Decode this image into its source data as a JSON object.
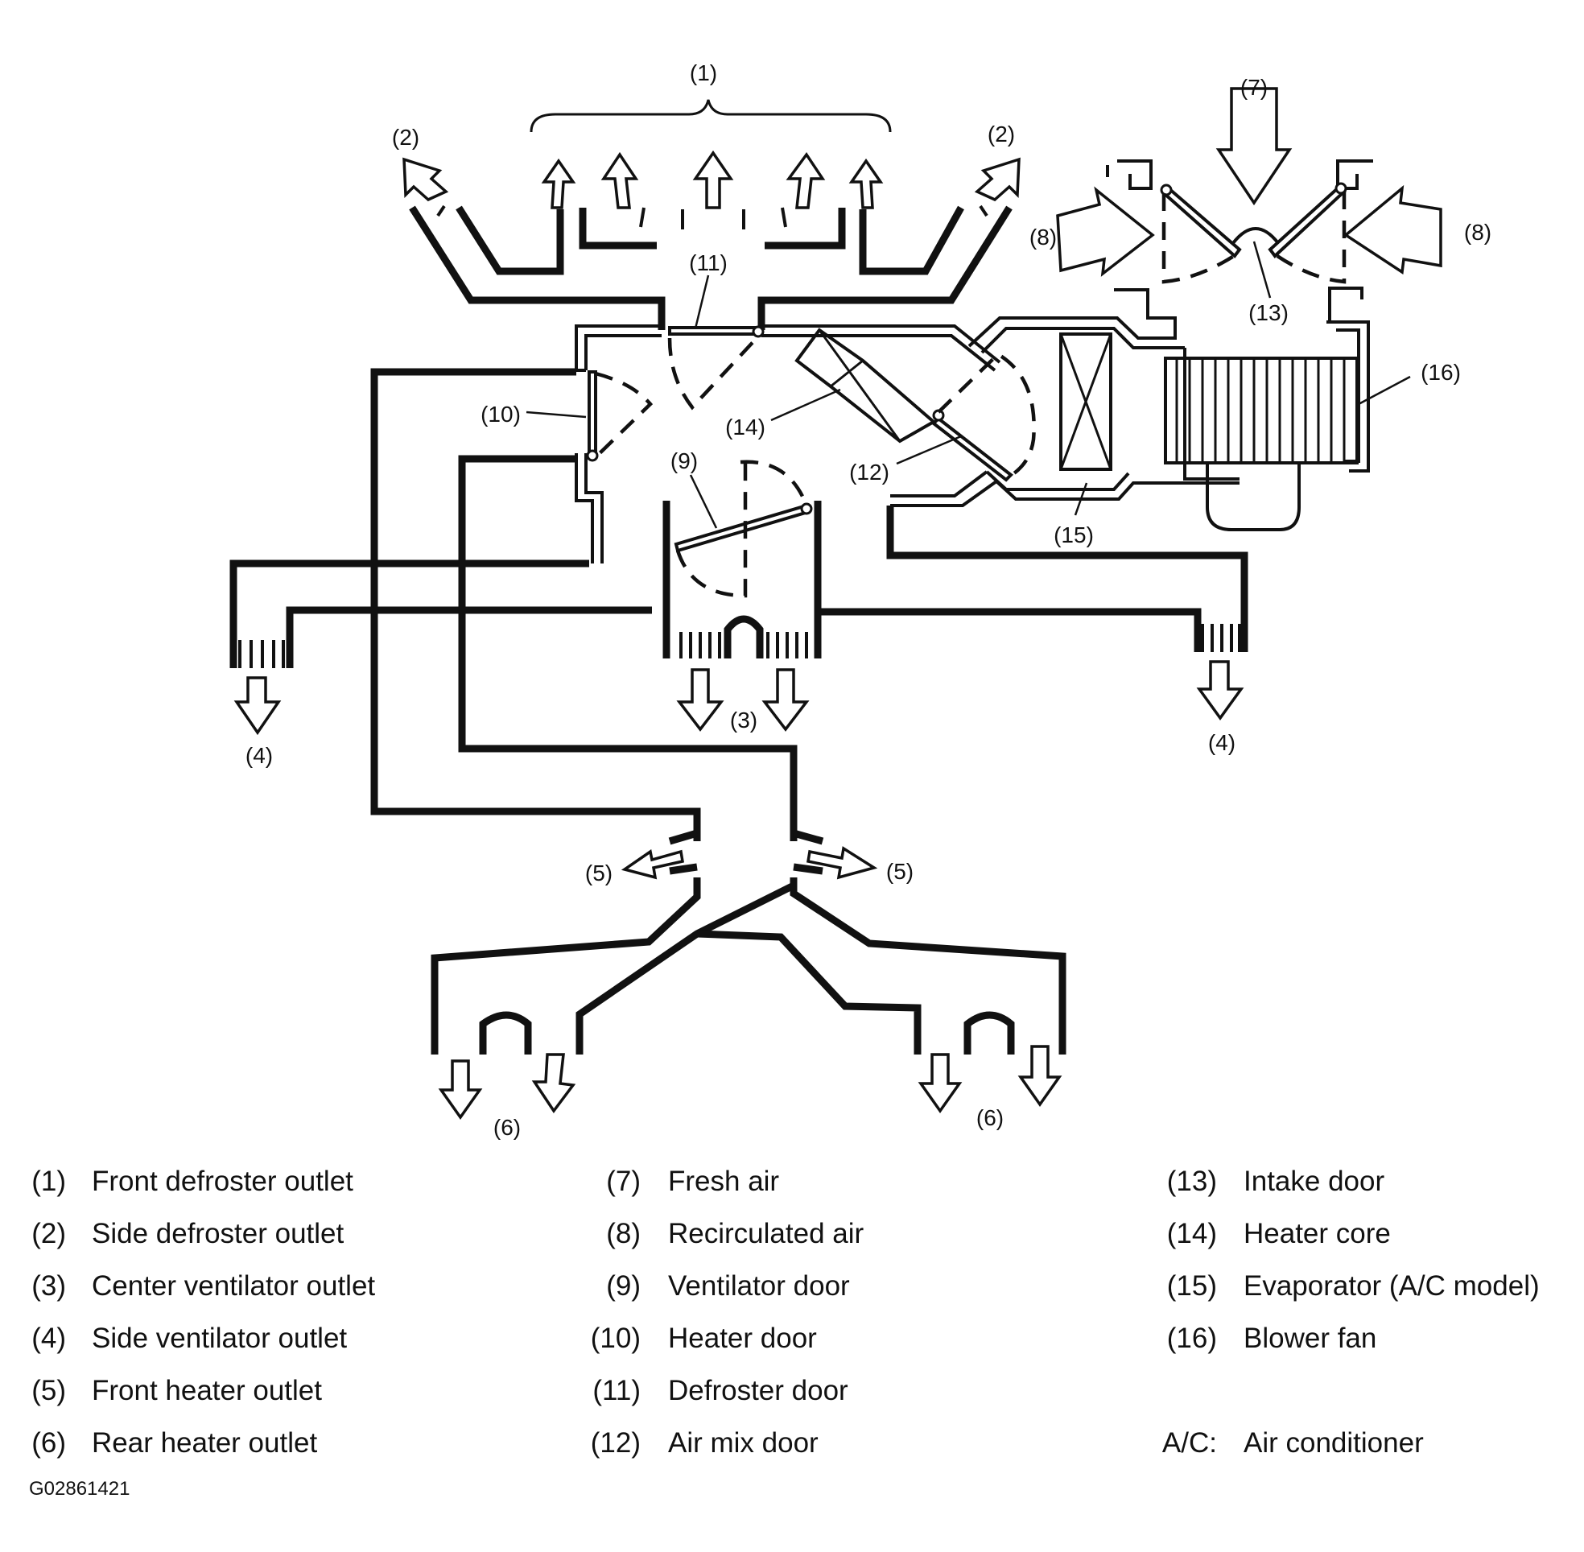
{
  "callouts": {
    "c1": "(1)",
    "c2a": "(2)",
    "c2b": "(2)",
    "c3": "(3)",
    "c4a": "(4)",
    "c4b": "(4)",
    "c5a": "(5)",
    "c5b": "(5)",
    "c6a": "(6)",
    "c6b": "(6)",
    "c7": "(7)",
    "c8a": "(8)",
    "c8b": "(8)",
    "c9": "(9)",
    "c10": "(10)",
    "c11": "(11)",
    "c12": "(12)",
    "c13": "(13)",
    "c14": "(14)",
    "c15": "(15)",
    "c16": "(16)"
  },
  "legend": [
    {
      "num": "(1)",
      "text": "Front defroster outlet"
    },
    {
      "num": "(2)",
      "text": "Side defroster outlet"
    },
    {
      "num": "(3)",
      "text": "Center ventilator outlet"
    },
    {
      "num": "(4)",
      "text": "Side ventilator outlet"
    },
    {
      "num": "(5)",
      "text": "Front heater outlet"
    },
    {
      "num": "(6)",
      "text": "Rear heater outlet"
    },
    {
      "num": "(7)",
      "text": "Fresh air"
    },
    {
      "num": "(8)",
      "text": "Recirculated air"
    },
    {
      "num": "(9)",
      "text": "Ventilator door"
    },
    {
      "num": "(10)",
      "text": "Heater door"
    },
    {
      "num": "(11)",
      "text": "Defroster door"
    },
    {
      "num": "(12)",
      "text": "Air mix door"
    },
    {
      "num": "(13)",
      "text": "Intake door"
    },
    {
      "num": "(14)",
      "text": "Heater core"
    },
    {
      "num": "(15)",
      "text": "Evaporator (A/C model)"
    },
    {
      "num": "(16)",
      "text": "Blower fan"
    },
    {
      "num": "A/C:",
      "text": "Air conditioner"
    }
  ],
  "figure_id": "G02861421"
}
